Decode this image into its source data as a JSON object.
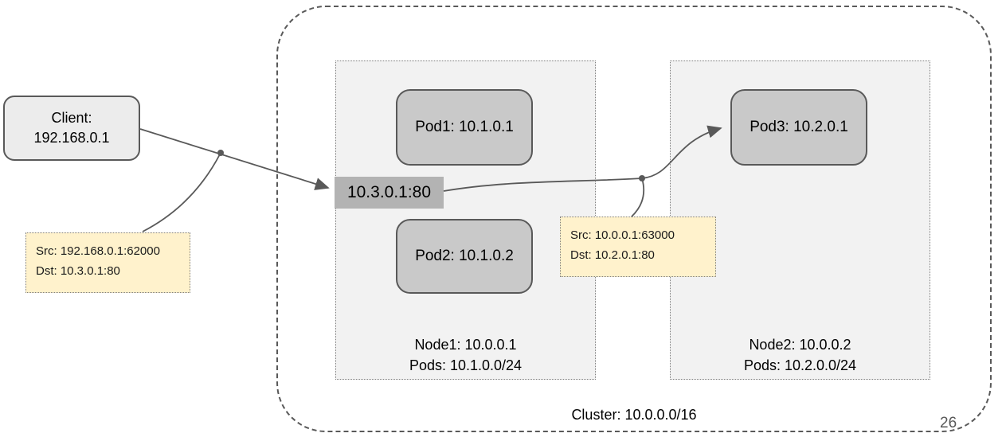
{
  "colors": {
    "line": "#595959",
    "client_fill": "#ececec",
    "pod_fill": "#c9c9c9",
    "node_fill": "#f2f2f2",
    "service_fill": "#b3b3b3",
    "note_fill": "#fff2cc"
  },
  "client": {
    "line1": "Client:",
    "line2": "192.168.0.1"
  },
  "service": {
    "label": "10.3.0.1:80"
  },
  "nodes": [
    {
      "label_line1": "Node1: 10.0.0.1",
      "label_line2": "Pods: 10.1.0.0/24",
      "pods": [
        {
          "label": "Pod1: 10.1.0.1"
        },
        {
          "label": "Pod2: 10.1.0.2"
        }
      ]
    },
    {
      "label_line1": "Node2: 10.0.0.2",
      "label_line2": "Pods: 10.2.0.0/24",
      "pods": [
        {
          "label": "Pod3: 10.2.0.1"
        }
      ]
    }
  ],
  "notes": [
    {
      "line1": "Src: 192.168.0.1:62000",
      "line2": "Dst: 10.3.0.1:80"
    },
    {
      "line1": "Src: 10.0.0.1:63000",
      "line2": "Dst: 10.2.0.1:80"
    }
  ],
  "cluster": {
    "label": "Cluster: 10.0.0.0/16"
  },
  "page_number": "26"
}
